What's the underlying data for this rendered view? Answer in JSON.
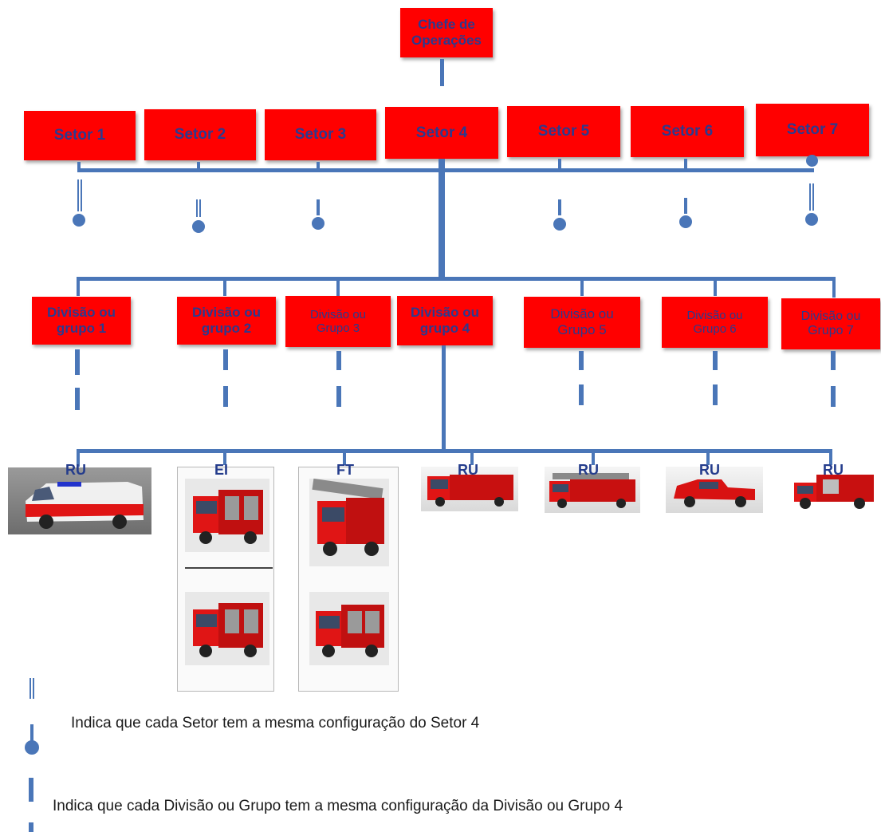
{
  "chief": {
    "line1": "Chefe de",
    "line2": "Operações"
  },
  "sectors": [
    "Setor 1",
    "Setor 2",
    "Setor 3",
    "Setor 4",
    "Setor 5",
    "Setor 6",
    "Setor 7"
  ],
  "divisions": [
    {
      "line1": "Divisão ou",
      "line2": "grupo 1"
    },
    {
      "line1": "Divisão ou",
      "line2": "grupo 2"
    },
    {
      "line1": "Divisão ou",
      "line2": "Grupo 3"
    },
    {
      "line1": "Divisão ou",
      "line2": "grupo 4"
    },
    {
      "line1": "Divisão ou",
      "line2": "Grupo 5"
    },
    {
      "line1": "Divisão ou",
      "line2": "Grupo 6"
    },
    {
      "line1": "Divisão ou",
      "line2": "Grupo 7"
    }
  ],
  "vehicles": [
    "RU",
    "EI",
    "FT",
    "RU",
    "RU",
    "RU",
    "RU"
  ],
  "legend": {
    "sector_note": "Indica que cada Setor tem a mesma configuração do Setor 4",
    "division_note": "Indica que cada Divisão ou Grupo tem a mesma configuração da Divisão ou Grupo 4"
  },
  "colors": {
    "box": "#ff0000",
    "line": "#4a76b8",
    "text": "#2b3a8f"
  }
}
